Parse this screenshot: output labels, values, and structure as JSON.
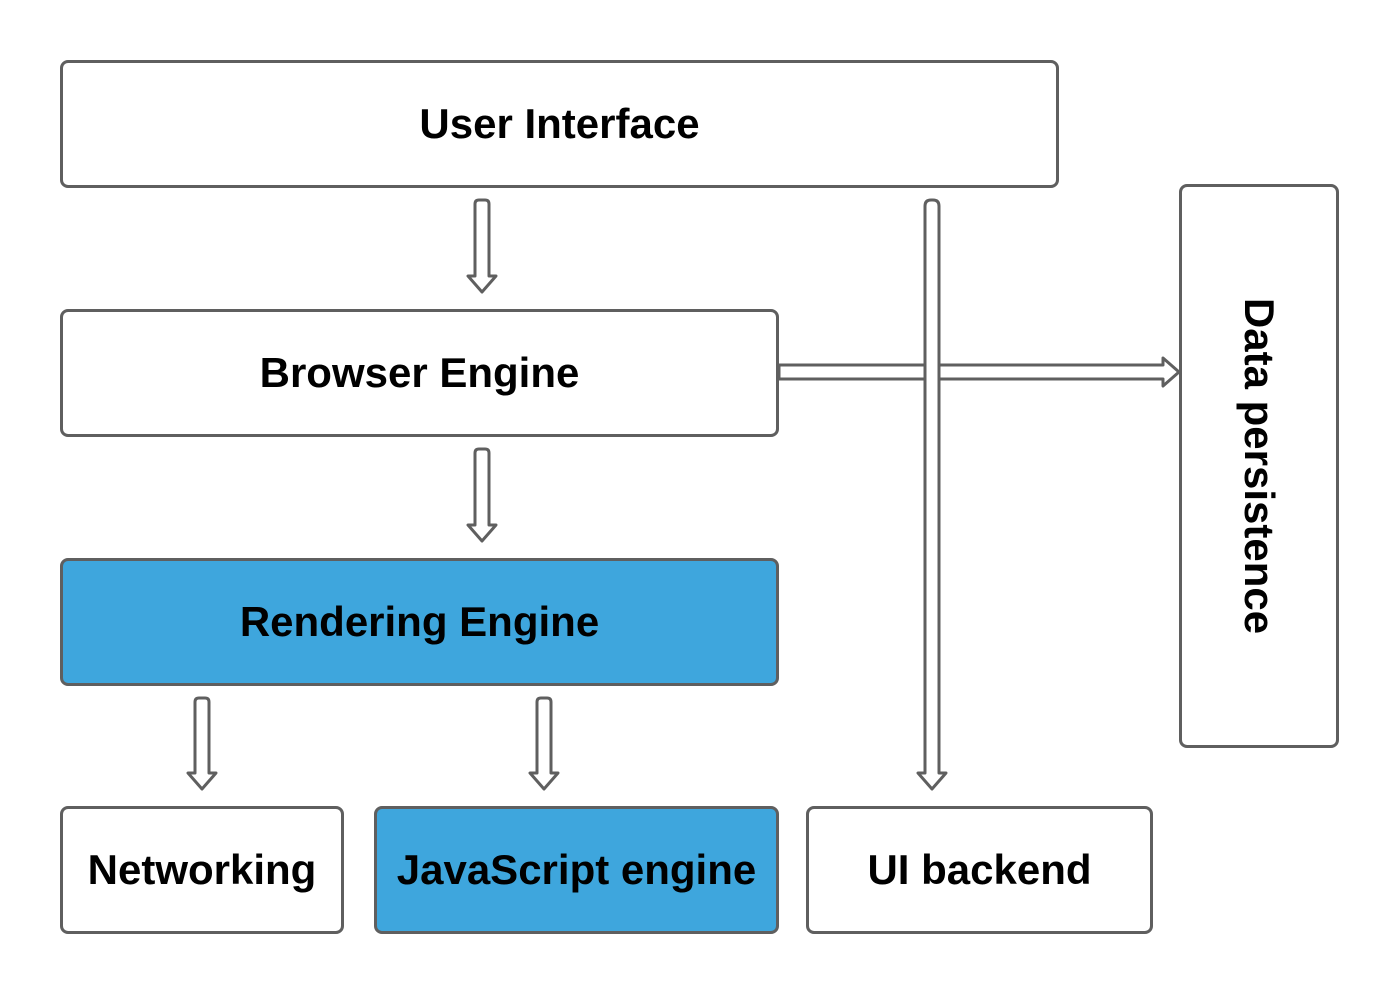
{
  "diagram": {
    "nodes": {
      "user_interface": "User Interface",
      "browser_engine": "Browser Engine",
      "rendering_engine": "Rendering Engine",
      "networking": "Networking",
      "javascript_engine": "JavaScript engine",
      "ui_backend": "UI backend",
      "data_persistence": "Data persistence"
    },
    "edges": [
      {
        "from": "User Interface",
        "to": "Browser Engine"
      },
      {
        "from": "Browser Engine",
        "to": "Rendering Engine"
      },
      {
        "from": "Rendering Engine",
        "to": "Networking"
      },
      {
        "from": "Rendering Engine",
        "to": "JavaScript engine"
      },
      {
        "from": "User Interface",
        "to": "UI backend"
      },
      {
        "from": "Browser Engine",
        "to": "Data persistence"
      }
    ],
    "colors": {
      "highlight": "#3ea6dd",
      "border": "#5f5f5f",
      "background": "#ffffff"
    }
  }
}
